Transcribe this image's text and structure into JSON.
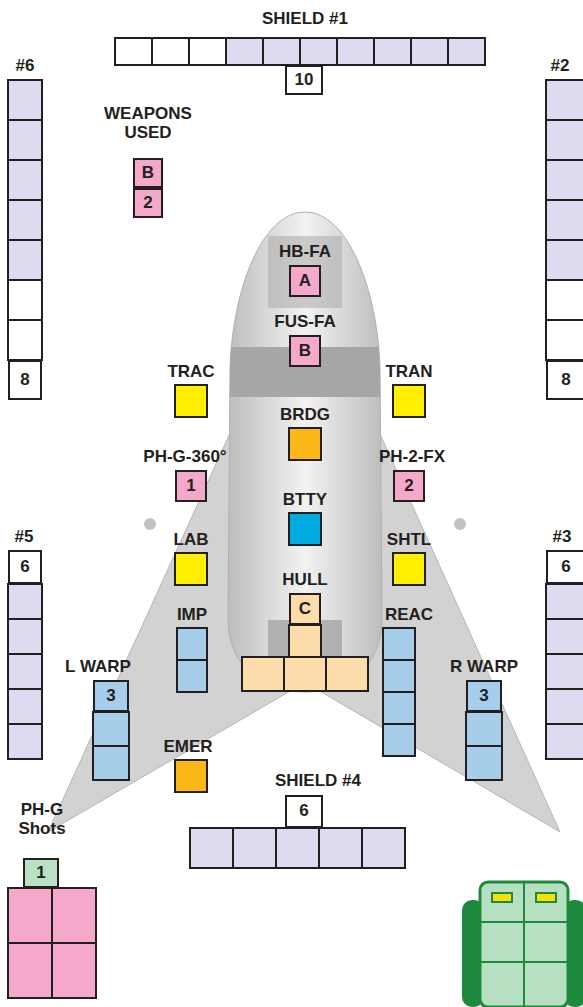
{
  "diagram": {
    "nodes": [
      {
        "text": [
          "SHIELD #1",
          "10"
        ]
      },
      {
        "text": [
          "#6",
          "8"
        ]
      },
      {
        "text": [
          "#2",
          "8"
        ]
      },
      {
        "text": [
          "WEAPONS USED",
          "B",
          "2"
        ]
      },
      {
        "text": [
          "HB-FA",
          "A"
        ]
      },
      {
        "text": [
          "FUS-FA",
          "B"
        ]
      },
      {
        "text": [
          "TRAC"
        ]
      },
      {
        "text": [
          "TRAN"
        ]
      },
      {
        "text": [
          "BRDG"
        ]
      },
      {
        "text": [
          "PH-G-360°",
          "1"
        ]
      },
      {
        "text": [
          "PH-2-FX",
          "2"
        ]
      },
      {
        "text": [
          "BTTY"
        ]
      },
      {
        "text": [
          "#5",
          "6"
        ]
      },
      {
        "text": [
          "#3",
          "6"
        ]
      },
      {
        "text": [
          "LAB"
        ]
      },
      {
        "text": [
          "SHTL"
        ]
      },
      {
        "text": [
          "HULL",
          "C"
        ]
      },
      {
        "text": [
          "IMP"
        ]
      },
      {
        "text": [
          "REAC"
        ]
      },
      {
        "text": [
          "L WARP",
          "3"
        ]
      },
      {
        "text": [
          "R WARP",
          "3"
        ]
      },
      {
        "text": [
          "EMER"
        ]
      },
      {
        "text": [
          "SHIELD #4",
          "6"
        ]
      },
      {
        "text": [
          "PH-G Shots",
          "1"
        ]
      }
    ]
  }
}
